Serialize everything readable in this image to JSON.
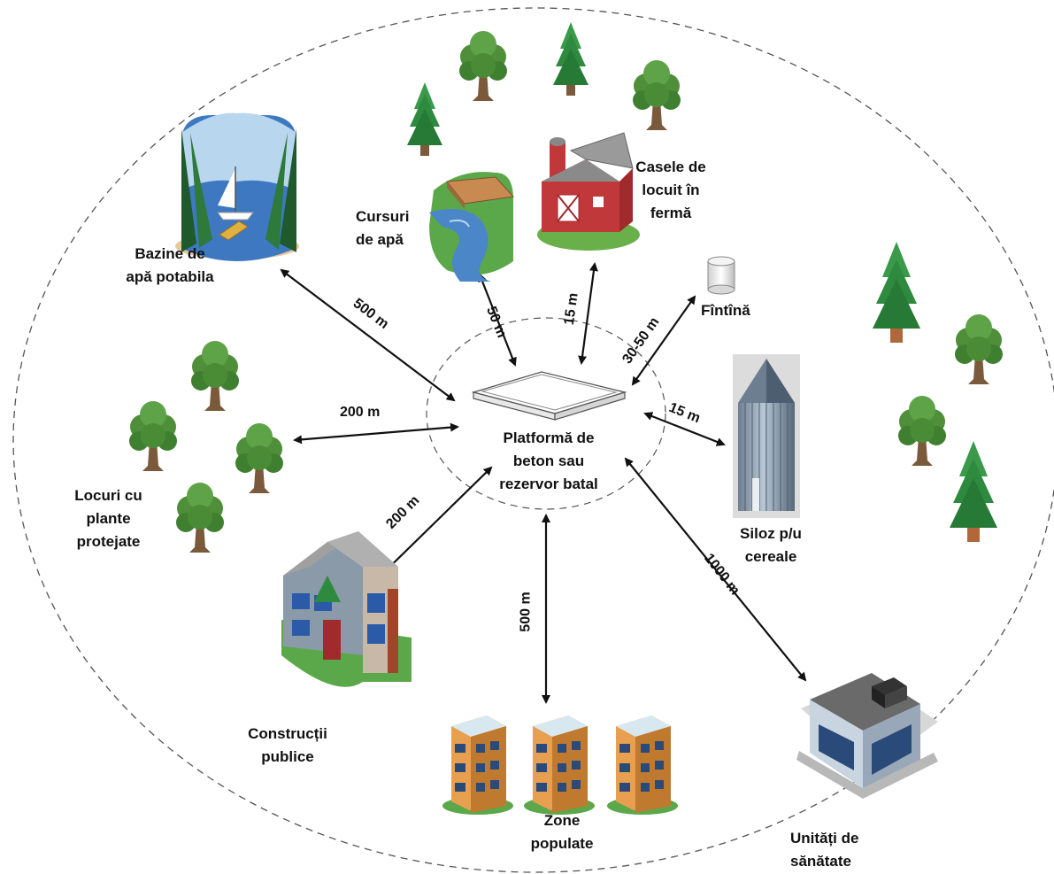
{
  "center": {
    "line1": "Platformă de",
    "line2": "beton sau",
    "line3": "rezervor batal"
  },
  "destinations": {
    "drinking_water": {
      "line1": "Bazine de",
      "line2": "apă potabila",
      "distance": "500 m"
    },
    "watercourses": {
      "line1": "Cursuri",
      "line2": "de apă",
      "distance": "50 m"
    },
    "farm_houses": {
      "line1": "Casele de",
      "line2": "locuit în",
      "line3": "fermă",
      "distance": "15 m"
    },
    "well": {
      "label": "Fîntînă",
      "distance": "30-50 m"
    },
    "silo": {
      "line1": "Siloz p/u",
      "line2": "cereale",
      "distance": "15 m"
    },
    "protected_plants": {
      "line1": "Locuri cu",
      "line2": "plante",
      "line3": "protejate",
      "distance": "200 m"
    },
    "public_buildings": {
      "line1": "Construcții",
      "line2": "publice",
      "distance": "200 m"
    },
    "populated_areas": {
      "line1": "Zone",
      "line2": "populate",
      "distance": "500 m"
    },
    "health_units": {
      "line1": "Unități de",
      "line2": "sănătate",
      "distance": "1000 m"
    }
  },
  "icons": {
    "lake": "lake-sailboat-icon",
    "river": "river-bridge-icon",
    "barn": "barn-silo-icon",
    "well": "well-cylinder-icon",
    "silo": "grain-silo-icon",
    "house": "house-icon",
    "apartments": "apartment-building-icon",
    "hospital": "hospital-building-icon",
    "platform": "concrete-platform-icon",
    "deciduous": "deciduous-tree-icon",
    "conifer": "conifer-tree-icon"
  },
  "colors": {
    "tree_green": "#4f8f3a",
    "conifer_green": "#2e8a3e",
    "trunk": "#7a5a3a",
    "water": "#5a8fc8",
    "barn_red": "#c0383a",
    "building_orange": "#e8a050"
  }
}
